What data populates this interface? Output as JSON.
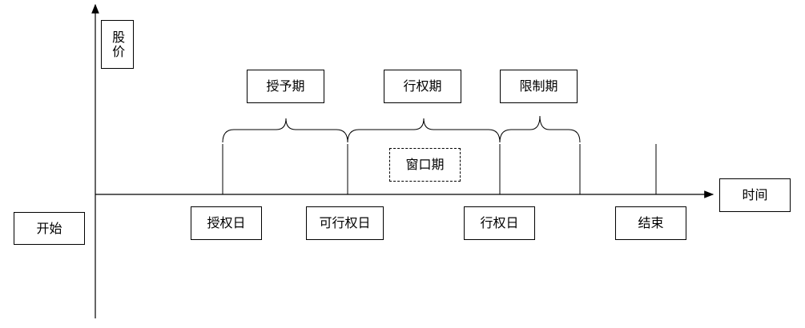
{
  "axes": {
    "y_label": "股价",
    "x_label": "时间"
  },
  "start_label": "开始",
  "periods": {
    "grant_period": "授予期",
    "exercise_period": "行权期",
    "restriction_period": "限制期",
    "window_period": "窗口期"
  },
  "dates": {
    "grant_date": "授权日",
    "exercisable_date": "可行权日",
    "exercise_date": "行权日",
    "end": "结束"
  }
}
